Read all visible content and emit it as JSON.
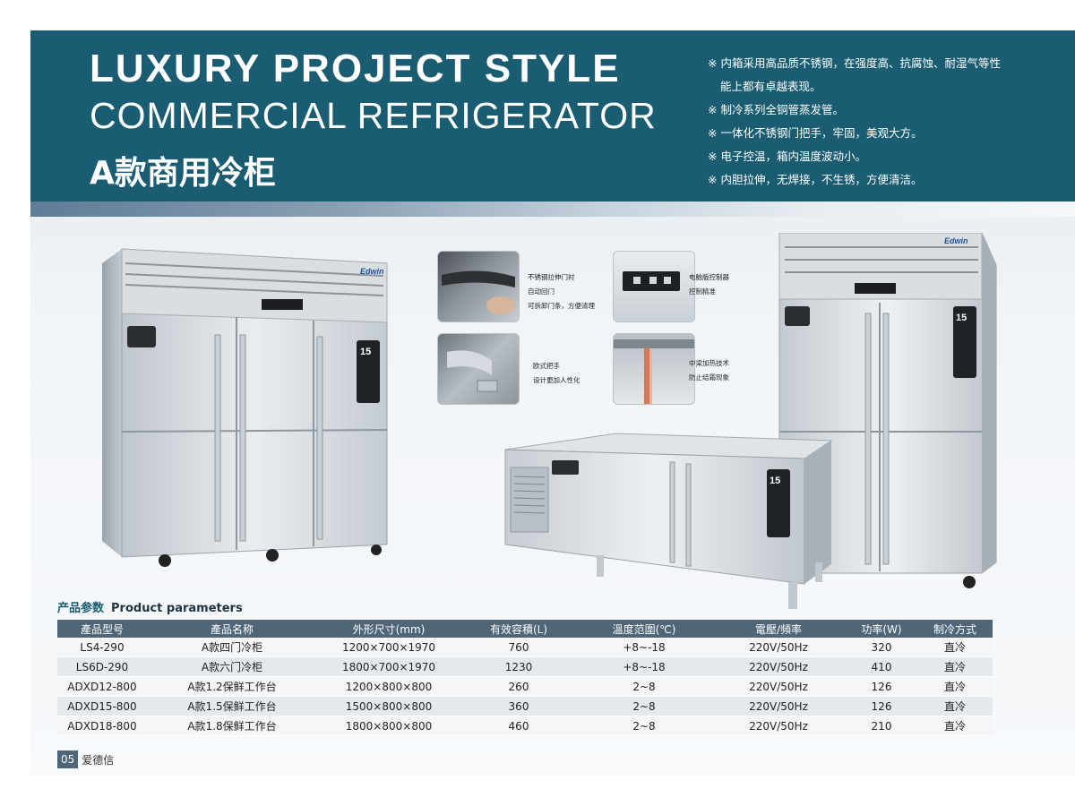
{
  "header": {
    "title_line1": "LUXURY PROJECT STYLE",
    "title_line2": "COMMERCIAL REFRIGERATOR",
    "title_cn": "A款商用冷柜"
  },
  "features": [
    "※ 内箱采用高品质不锈钢，在强度高、抗腐蚀、耐湿气等性",
    "能上都有卓越表现。",
    "※ 制冷系列全铜管蒸发管。",
    "※ 一体化不锈钢门把手，牢固，美观大方。",
    "※ 电子控温，箱内温度波动小。",
    "※ 内胆拉伸，无焊接，不生锈，方便清洁。"
  ],
  "brand": "Edwin",
  "badge": "15",
  "insets": [
    {
      "lines": [
        "不锈钢拉伸门衬",
        "自动回门",
        "可拆卸门条，方便清理"
      ]
    },
    {
      "lines": [
        "电脑版控制器",
        "控制精准"
      ]
    },
    {
      "lines": [
        "欧式把手",
        "设计更加人性化"
      ]
    },
    {
      "lines": [
        "中梁加热技术",
        "防止结霜现象"
      ]
    }
  ],
  "params": {
    "heading_cn": "产品参数",
    "heading_en": "Product parameters",
    "columns": [
      "產品型号",
      "產品名称",
      "外形尺寸(mm)",
      "有效容積(L)",
      "溫度范圍(℃)",
      "電壓/頻率",
      "功率(W)",
      "制冷方式"
    ],
    "rows": [
      [
        "LS4-290",
        "A款四门冷柜",
        "1200×700×1970",
        "760",
        "+8~-18",
        "220V/50Hz",
        "320",
        "直冷"
      ],
      [
        "LS6D-290",
        "A款六门冷柜",
        "1800×700×1970",
        "1230",
        "+8~-18",
        "220V/50Hz",
        "410",
        "直冷"
      ],
      [
        "ADXD12-800",
        "A款1.2保鲜工作台",
        "1200×800×800",
        "260",
        "2~8",
        "220V/50Hz",
        "126",
        "直冷"
      ],
      [
        "ADXD15-800",
        "A款1.5保鲜工作台",
        "1500×800×800",
        "360",
        "2~8",
        "220V/50Hz",
        "126",
        "直冷"
      ],
      [
        "ADXD18-800",
        "A款1.8保鲜工作台",
        "1800×800×800",
        "460",
        "2~8",
        "220V/50Hz",
        "210",
        "直冷"
      ]
    ]
  },
  "footer": {
    "page_number": "05",
    "brand_cn": "爱德信"
  }
}
